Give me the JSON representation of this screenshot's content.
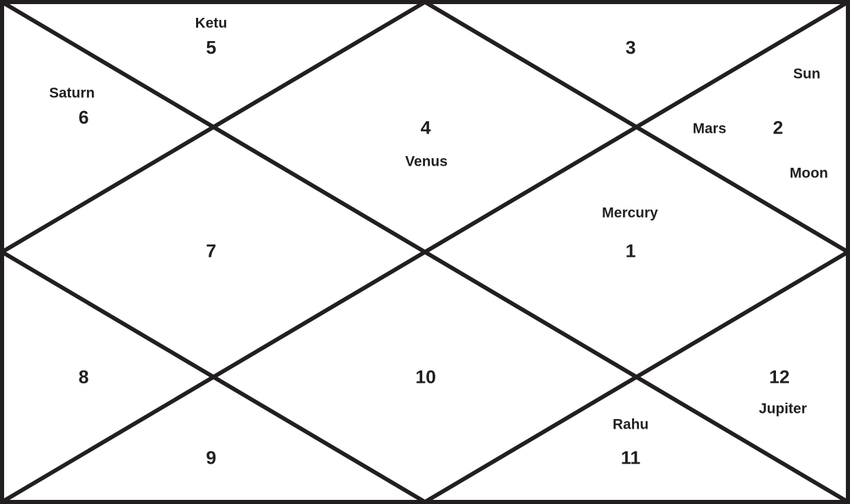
{
  "colors": {
    "line": "#231f20",
    "background": "#ffffff",
    "text": "#231f20"
  },
  "houses": [
    {
      "key": "h1",
      "number": "1"
    },
    {
      "key": "h2",
      "number": "2"
    },
    {
      "key": "h3",
      "number": "3"
    },
    {
      "key": "h4",
      "number": "4"
    },
    {
      "key": "h5",
      "number": "5"
    },
    {
      "key": "h6",
      "number": "6"
    },
    {
      "key": "h7",
      "number": "7"
    },
    {
      "key": "h8",
      "number": "8"
    },
    {
      "key": "h9",
      "number": "9"
    },
    {
      "key": "h10",
      "number": "10"
    },
    {
      "key": "h11",
      "number": "11"
    },
    {
      "key": "h12",
      "number": "12"
    }
  ],
  "planets": {
    "ketu": "Ketu",
    "saturn": "Saturn",
    "venus": "Venus",
    "sun": "Sun",
    "mars": "Mars",
    "moon": "Moon",
    "mercury": "Mercury",
    "rahu": "Rahu",
    "jupiter": "Jupiter"
  }
}
